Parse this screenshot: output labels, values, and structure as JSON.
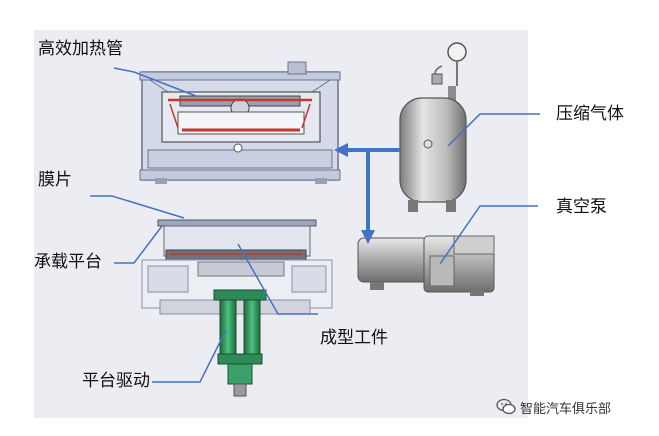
{
  "labels": {
    "heater": "高效加热管",
    "film": "膜片",
    "platform": "承载平台",
    "drive": "平台驱动",
    "compressed_gas": "压缩气体",
    "vacuum_pump": "真空泵",
    "workpiece": "成型工件"
  },
  "watermark": {
    "icon": "wechat-icon",
    "text": "智能汽车俱乐部"
  },
  "colors": {
    "pointer": "#4472c4",
    "flow_arrow": "#4472c4",
    "heater_tube": "#c0392b",
    "drive_green": "#2e8b57"
  }
}
